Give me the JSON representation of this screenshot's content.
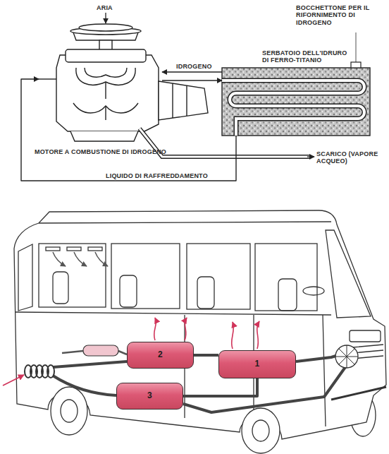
{
  "diagram": {
    "nodes": [
      {
        "text": [
          "MOTORE A COMBUSTIONE DI IDROGENO"
        ]
      },
      {
        "text": [
          "SERBATOIO DELL'IDRURO DI FERRO-TITANIO"
        ]
      },
      {
        "text": [
          "1"
        ]
      },
      {
        "text": [
          "2"
        ]
      },
      {
        "text": [
          "3"
        ]
      }
    ],
    "edges": [
      {
        "from": 0,
        "to": 1,
        "arrow": "to"
      },
      {
        "from": 1,
        "to": 0,
        "label": "IDROGENO",
        "arrow": "to"
      },
      {
        "from": 1,
        "to": 0,
        "label": "LIQUIDO DI RAFFREDDAMENTO",
        "arrow": "to"
      },
      {
        "from": 3,
        "to": 2,
        "arrow": "none"
      },
      {
        "from": 4,
        "to": 2,
        "arrow": "none"
      }
    ],
    "labels": [
      "ARIA",
      "BOCCHETTONE PER IL RIFORNIMENTO DI IDROGENO",
      "SCARICO (VAPORE ACQUEO)"
    ]
  }
}
